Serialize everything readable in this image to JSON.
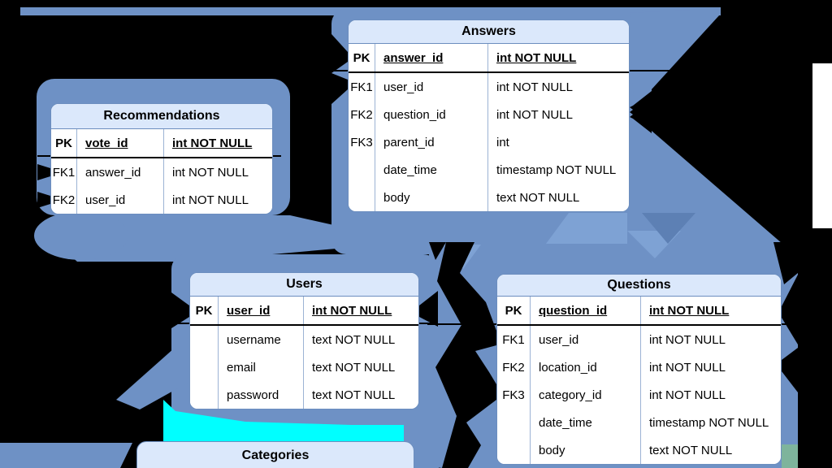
{
  "palette": {
    "background": "#000000",
    "connector_blue": "#6e91c5",
    "connector_blue_light": "#7ea2d4",
    "connector_blue_dark": "#5d80b4",
    "highlight_cyan": "#00ffff",
    "teal_accent": "#7eb49c",
    "table_header_fill": "#dbe8fb",
    "table_border": "#6c8ebf",
    "table_body_fill": "#ffffff",
    "right_margin_strip": "#ffffff"
  },
  "diagram": {
    "tables": {
      "recommendations": {
        "title": "Recommendations",
        "rows": [
          {
            "key": "PK",
            "name": "vote_id",
            "type": "int NOT NULL"
          },
          {
            "key": "FK1",
            "name": "answer_id",
            "type": "int NOT NULL"
          },
          {
            "key": "FK2",
            "name": "user_id",
            "type": "int NOT NULL"
          }
        ]
      },
      "answers": {
        "title": "Answers",
        "rows": [
          {
            "key": "PK",
            "name": "answer_id",
            "type": "int NOT NULL"
          },
          {
            "key": "FK1",
            "name": "user_id",
            "type": "int NOT NULL"
          },
          {
            "key": "FK2",
            "name": "question_id",
            "type": "int NOT NULL"
          },
          {
            "key": "FK3",
            "name": "parent_id",
            "type": "int"
          },
          {
            "key": "",
            "name": "date_time",
            "type": "timestamp NOT NULL"
          },
          {
            "key": "",
            "name": "body",
            "type": "text NOT NULL"
          }
        ]
      },
      "users": {
        "title": "Users",
        "rows": [
          {
            "key": "PK",
            "name": "user_id",
            "type": "int NOT NULL"
          },
          {
            "key": "",
            "name": "username",
            "type": "text NOT NULL"
          },
          {
            "key": "",
            "name": "email",
            "type": "text NOT NULL"
          },
          {
            "key": "",
            "name": "password",
            "type": "text NOT NULL"
          }
        ]
      },
      "questions": {
        "title": "Questions",
        "rows": [
          {
            "key": "PK",
            "name": "question_id",
            "type": "int NOT NULL"
          },
          {
            "key": "FK1",
            "name": "user_id",
            "type": "int NOT NULL"
          },
          {
            "key": "FK2",
            "name": "location_id",
            "type": "int NOT NULL"
          },
          {
            "key": "FK3",
            "name": "category_id",
            "type": "int NOT NULL"
          },
          {
            "key": "",
            "name": "date_time",
            "type": "timestamp NOT NULL"
          },
          {
            "key": "",
            "name": "body",
            "type": "text NOT NULL"
          }
        ]
      },
      "categories": {
        "title": "Categories",
        "rows": []
      }
    }
  }
}
